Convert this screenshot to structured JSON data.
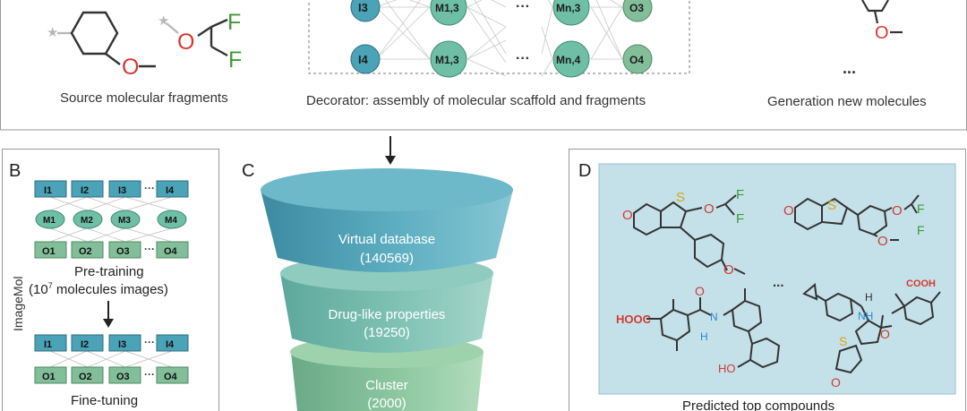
{
  "top_panel": {
    "source_caption": "Source molecular fragments",
    "decorator_caption": "Decorator: assembly of molecular scaffold and fragments",
    "generation_caption": "Generation new molecules",
    "ellipsis": "...",
    "network": {
      "row1": {
        "input": "I3",
        "hidden_a": "M1,3",
        "hidden_b": "Mn,3",
        "output": "O3"
      },
      "row2": {
        "input": "I4",
        "hidden_a": "M1,3",
        "hidden_b": "Mn,4",
        "output": "O4"
      },
      "dots": "···"
    },
    "fragments": {
      "atom_o": "O",
      "atom_f1": "F",
      "atom_f2": "F"
    }
  },
  "panel_b": {
    "letter": "B",
    "side_label": "ImageMol",
    "inputs": [
      "I1",
      "I2",
      "I3",
      "I4"
    ],
    "hidden": [
      "M1",
      "M2",
      "M3",
      "M4"
    ],
    "outputs": [
      "O1",
      "O2",
      "O3",
      "O4"
    ],
    "dots": "···",
    "pretraining_line1": "Pre-training",
    "pretraining_line2": "(10",
    "pretraining_exp": "7",
    "pretraining_line2_rest": " molecules images)",
    "finetuning": "Fine-tuning"
  },
  "panel_c": {
    "letter": "C",
    "tiers": [
      {
        "label": "Virtual database",
        "count": "(140569)"
      },
      {
        "label": "Drug-like properties",
        "count": "(19250)"
      },
      {
        "label": "Cluster",
        "count": "(2000)"
      }
    ]
  },
  "panel_d": {
    "letter": "D",
    "caption": "Predicted top compounds",
    "ellipsis": "...",
    "atoms": {
      "s": "S",
      "o": "O",
      "f": "F",
      "nh": "NH",
      "n": "N",
      "h": "H",
      "ho": "HO",
      "hooc": "HOOC",
      "cooh": "COOH"
    }
  },
  "colors": {
    "input_blue": "#4ba3b8",
    "hidden_teal": "#6fbfa6",
    "output_green": "#83be9a",
    "funnel_top": "#5aa9bd",
    "funnel_mid": "#7ec1b3",
    "funnel_bottom": "#8cc7a0",
    "panel_d_bg": "#c4e1ea",
    "oxygen_red": "#d43a2f",
    "fluorine_green": "#3f9a35",
    "sulfur_yellow": "#d9a21a",
    "nitrogen_blue": "#2f86c8"
  }
}
